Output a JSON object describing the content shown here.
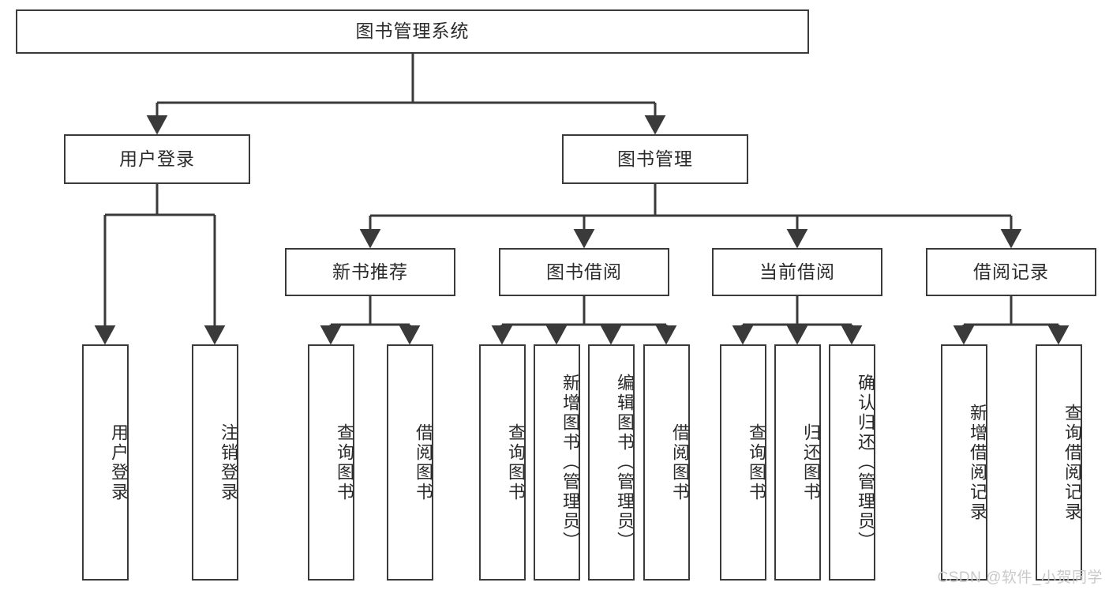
{
  "diagram": {
    "title_node": {
      "label": "图书管理系统"
    },
    "level2": [
      {
        "id": "user-login",
        "label": "用户登录"
      },
      {
        "id": "book-manage",
        "label": "图书管理"
      }
    ],
    "level3": [
      {
        "id": "new-book-recommend",
        "label": "新书推荐"
      },
      {
        "id": "book-borrow",
        "label": "图书借阅"
      },
      {
        "id": "current-borrow",
        "label": "当前借阅"
      },
      {
        "id": "borrow-record",
        "label": "借阅记录"
      }
    ],
    "leaves": [
      {
        "id": "leaf-user-login",
        "label": "用户登录",
        "parent": "user-login"
      },
      {
        "id": "leaf-logout-login",
        "label": "注销登录",
        "parent": "user-login"
      },
      {
        "id": "leaf-query-book-1",
        "label": "查询图书",
        "parent": "new-book-recommend"
      },
      {
        "id": "leaf-borrow-book-1",
        "label": "借阅图书",
        "parent": "new-book-recommend"
      },
      {
        "id": "leaf-query-book-2",
        "label": "查询图书",
        "parent": "book-borrow"
      },
      {
        "id": "leaf-add-book",
        "label": "新增图书（管理员）",
        "parent": "book-borrow"
      },
      {
        "id": "leaf-edit-book",
        "label": "编辑图书（管理员）",
        "parent": "book-borrow"
      },
      {
        "id": "leaf-borrow-book-2",
        "label": "借阅图书",
        "parent": "book-borrow"
      },
      {
        "id": "leaf-query-book-3",
        "label": "查询图书",
        "parent": "current-borrow"
      },
      {
        "id": "leaf-return-book",
        "label": "归还图书",
        "parent": "current-borrow"
      },
      {
        "id": "leaf-confirm-return",
        "label": "确认归还（管理员）",
        "parent": "current-borrow"
      },
      {
        "id": "leaf-add-record",
        "label": "新增借阅记录",
        "parent": "borrow-record"
      },
      {
        "id": "leaf-query-record",
        "label": "查询借阅记录",
        "parent": "borrow-record"
      }
    ],
    "colors": {
      "border": "#3a3a3a",
      "text": "#2b2b2b",
      "background": "#ffffff",
      "watermark": "#c9c9c9"
    }
  },
  "watermark": {
    "text": "CSDN @软件_小贺同学"
  }
}
